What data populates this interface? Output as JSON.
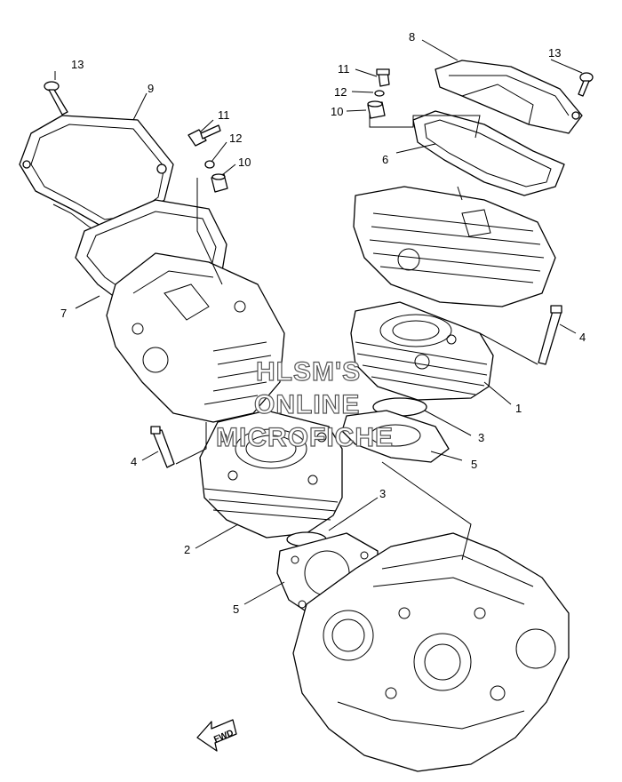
{
  "diagram": {
    "part_numbers": [
      "1",
      "2",
      "3",
      "4",
      "5",
      "6",
      "7",
      "8",
      "9",
      "10",
      "11",
      "12",
      "13"
    ],
    "callouts": {
      "c1": "1",
      "c2": "2",
      "c3a": "3",
      "c3b": "3",
      "c4a": "4",
      "c4b": "4",
      "c5a": "5",
      "c5b": "5",
      "c6": "6",
      "c7": "7",
      "c8": "8",
      "c9": "9",
      "c10a": "10",
      "c10b": "10",
      "c11a": "11",
      "c11b": "11",
      "c12a": "12",
      "c12b": "12",
      "c13a": "13",
      "c13b": "13"
    },
    "watermark": {
      "line1": "HLSM'S",
      "line2": "ONLINE",
      "line3": "MICROFICHE"
    },
    "direction_marker": "FWD"
  }
}
